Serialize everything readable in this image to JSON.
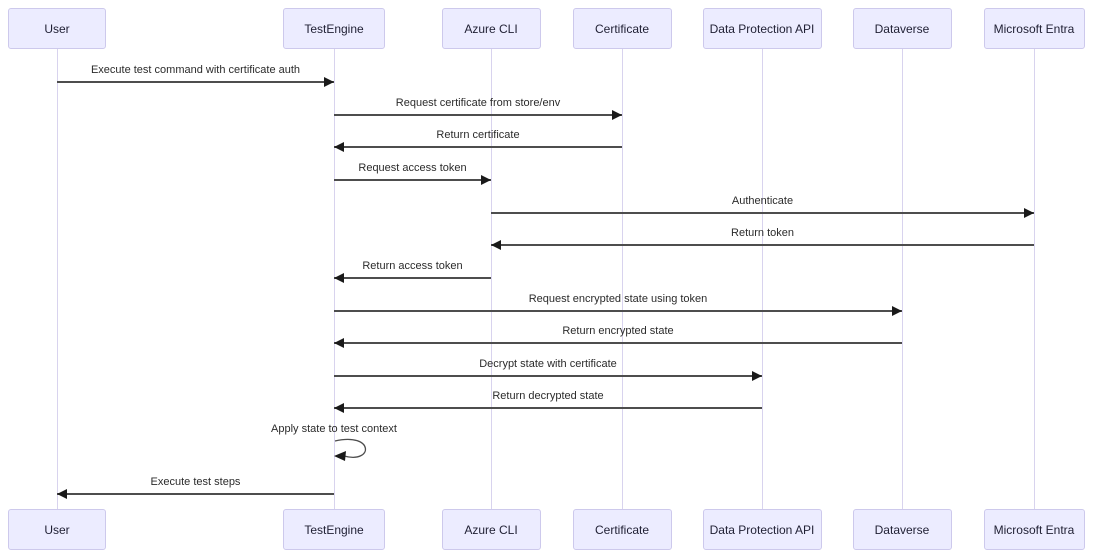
{
  "diagram": {
    "type": "sequence",
    "title": "",
    "actors": [
      {
        "id": "user",
        "label": "User"
      },
      {
        "id": "testengine",
        "label": "TestEngine"
      },
      {
        "id": "azurecli",
        "label": "Azure CLI"
      },
      {
        "id": "certificate",
        "label": "Certificate"
      },
      {
        "id": "dpapi",
        "label": "Data Protection API"
      },
      {
        "id": "dataverse",
        "label": "Dataverse"
      },
      {
        "id": "entra",
        "label": "Microsoft Entra"
      }
    ],
    "messages": [
      {
        "from": "user",
        "to": "testengine",
        "label": "Execute test command with certificate auth"
      },
      {
        "from": "testengine",
        "to": "certificate",
        "label": "Request certificate from store/env"
      },
      {
        "from": "certificate",
        "to": "testengine",
        "label": "Return certificate"
      },
      {
        "from": "testengine",
        "to": "azurecli",
        "label": "Request access token"
      },
      {
        "from": "azurecli",
        "to": "entra",
        "label": "Authenticate"
      },
      {
        "from": "entra",
        "to": "azurecli",
        "label": "Return token"
      },
      {
        "from": "azurecli",
        "to": "testengine",
        "label": "Return access token"
      },
      {
        "from": "testengine",
        "to": "dataverse",
        "label": "Request encrypted state using token"
      },
      {
        "from": "dataverse",
        "to": "testengine",
        "label": "Return encrypted state"
      },
      {
        "from": "testengine",
        "to": "dpapi",
        "label": "Decrypt state with certificate"
      },
      {
        "from": "dpapi",
        "to": "testengine",
        "label": "Return decrypted state"
      },
      {
        "from": "testengine",
        "to": "testengine",
        "label": "Apply state to test context"
      },
      {
        "from": "testengine",
        "to": "user",
        "label": "Execute test steps"
      }
    ],
    "colors": {
      "actor_fill": "#ECECFF",
      "actor_border": "#CDC9EC",
      "lifeline": "#D8D3EE",
      "arrow_line": "#4d4d4d",
      "arrow_head": "#1a1a1a",
      "text": "#2b2b2b"
    }
  }
}
